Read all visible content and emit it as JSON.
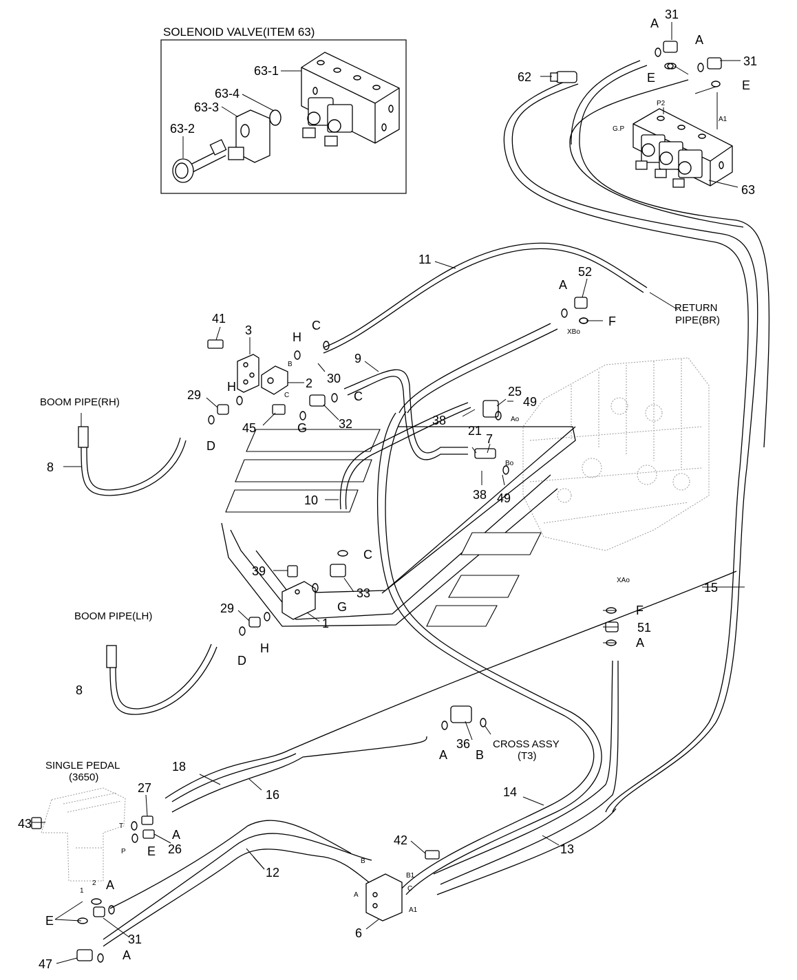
{
  "solenoid_box": {
    "title": "SOLENOID VALVE(ITEM 63)",
    "labels": [
      "63-1",
      "63-4",
      "63-3",
      "63-2"
    ]
  },
  "callouts": {
    "c31a": "31",
    "c31b": "31",
    "c31c": "31",
    "c62": "62",
    "c63": "63",
    "c11": "11",
    "c52": "52",
    "c41": "41",
    "c3": "3",
    "c2": "2",
    "c30": "30",
    "c9": "9",
    "c29a": "29",
    "c29b": "29",
    "c45": "45",
    "c32": "32",
    "c25": "25",
    "c49a": "49",
    "c49b": "49",
    "c38a": "38",
    "c38b": "38",
    "c21": "21",
    "c7": "7",
    "c8a": "8",
    "c8b": "8",
    "c10": "10",
    "c39": "39",
    "c33": "33",
    "c1": "1",
    "c15": "15",
    "c51": "51",
    "c36": "36",
    "c18": "18",
    "c16": "16",
    "c27": "27",
    "c43": "43",
    "c26": "26",
    "c14": "14",
    "c13": "13",
    "c42": "42",
    "c12": "12",
    "c6": "6",
    "c47": "47"
  },
  "letters": {
    "A": "A",
    "B": "B",
    "C": "C",
    "D": "D",
    "E": "E",
    "F": "F",
    "G": "G",
    "H": "H"
  },
  "port_marks": {
    "P2": "P2",
    "A1": "A1",
    "GP": "G.P",
    "XBo": "XBo",
    "XAo": "XAo",
    "Ao": "Ao",
    "Bo": "Bo",
    "B": "B",
    "C": "C",
    "A": "A",
    "B1": "B1",
    "T": "T",
    "P": "P",
    "one": "1",
    "two": "2"
  },
  "notes": {
    "return_pipe_1": "RETURN",
    "return_pipe_2": "PIPE(BR)",
    "boom_rh": "BOOM PIPE(RH)",
    "boom_lh": "BOOM PIPE(LH)",
    "cross_1": "CROSS ASSY",
    "cross_2": "(T3)",
    "pedal_1": "SINGLE PEDAL",
    "pedal_2": "(3650)"
  }
}
